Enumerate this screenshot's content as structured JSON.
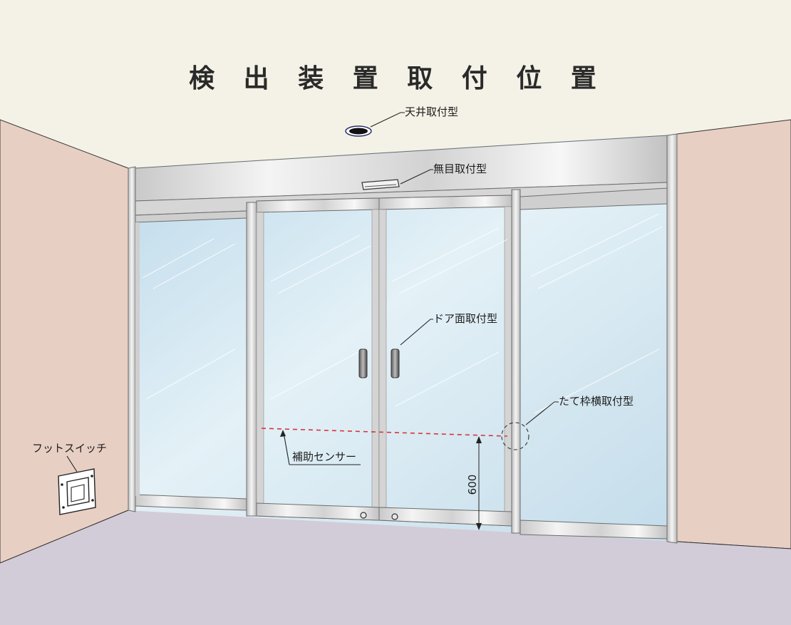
{
  "title": "検 出 装 置 取 付 位 置",
  "labels": {
    "ceiling_mount": "天井取付型",
    "transom_mount": "無目取付型",
    "door_face_mount": "ドア面取付型",
    "jamb_mount": "たて枠横取付型",
    "foot_switch": "フットスイッチ",
    "aux_sensor": "補助センサー"
  },
  "dimension": {
    "height_label": "600"
  },
  "colors": {
    "ceiling": "#f4f2e6",
    "wall": "#e8cfc3",
    "floor": "#d2ccd8",
    "glass": "#d3e8f2",
    "frame": "#d9d9d9",
    "sensor_beam": "#d8343c",
    "outline": "#222222"
  }
}
